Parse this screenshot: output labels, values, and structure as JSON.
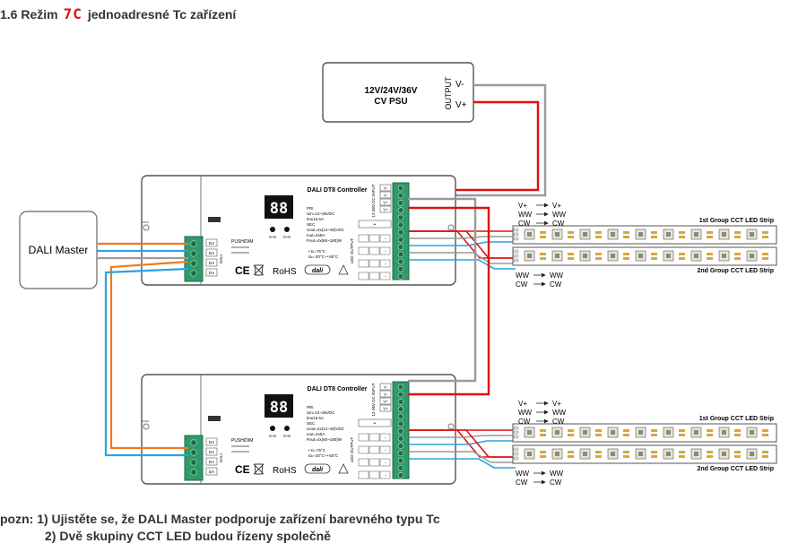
{
  "title": {
    "prefix": "1.6 Režim",
    "segment_code": "7C",
    "suffix": "jednoadresné Tc zařízení"
  },
  "psu": {
    "line1": "12V/24V/36V",
    "line2": "CV PSU",
    "output_label": "OUTPUT",
    "vminus": "V-",
    "vplus": "V+"
  },
  "dali_master": {
    "label": "DALI Master"
  },
  "controller": {
    "name": "DALI DT8 Controller",
    "display": "88",
    "push_label": "PUSH/DIM",
    "dim_marks": [
      "0~8",
      "0~9"
    ],
    "specs": [
      "PRI",
      "Uin=12~36VDC",
      "Iin≤15.5A",
      "SEC",
      "Uout=4x(12~36)VDC",
      "Iout=4x5A",
      "Pout=4x(60~180)W"
    ],
    "temps": [
      "• tc=75°C",
      "ta=-20°C~+50°C"
    ],
    "power_side_label": "12-36V DC INPUT",
    "output_side_label": "LED OUTPUT",
    "input_pins": [
      "V-",
      "V-",
      "V+",
      "V+"
    ],
    "out_pins": [
      "+",
      "-",
      "-",
      "-",
      "-"
    ],
    "dali_pins": [
      "DA",
      "DA",
      "DA",
      "DA"
    ],
    "dali_vert_label": "DALI",
    "ce": "CE",
    "rohs": "RoHS",
    "dali_logo": "dali"
  },
  "strip_labels": {
    "group1": "1st Group CCT LED Strip",
    "group2": "2nd Group CCT LED Strip"
  },
  "strip_map_top": [
    {
      "from": "V+",
      "to": "V+"
    },
    {
      "from": "WW",
      "to": "WW"
    },
    {
      "from": "CW",
      "to": "CW"
    }
  ],
  "strip_map_bottom": [
    {
      "from": "WW",
      "to": "WW"
    },
    {
      "from": "CW",
      "to": "CW"
    }
  ],
  "notes": {
    "line1": "pozn: 1) Ujistěte se, že DALI Master podporuje zařízení barevného typu Tc",
    "line2": "2) Dvě skupiny CCT LED budou řízeny společně"
  },
  "colors": {
    "red": "#e01010",
    "orange": "#f07a1a",
    "blue": "#2aa3e0",
    "gray": "#9a9a9a",
    "terminal": "#2f9a6a",
    "led": "#e6e6d0"
  }
}
